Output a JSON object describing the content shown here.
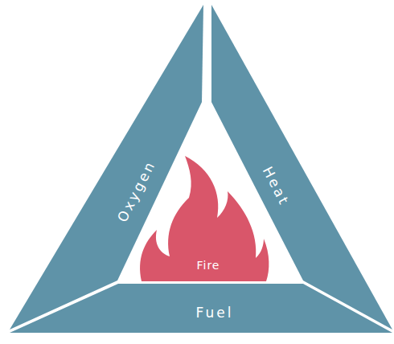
{
  "diagram": {
    "nodes": [
      {
        "text": [
          "Oxygen"
        ]
      },
      {
        "text": [
          "Heat"
        ]
      },
      {
        "text": [
          "Fire"
        ]
      },
      {
        "text": [
          "Fuel"
        ]
      }
    ]
  }
}
